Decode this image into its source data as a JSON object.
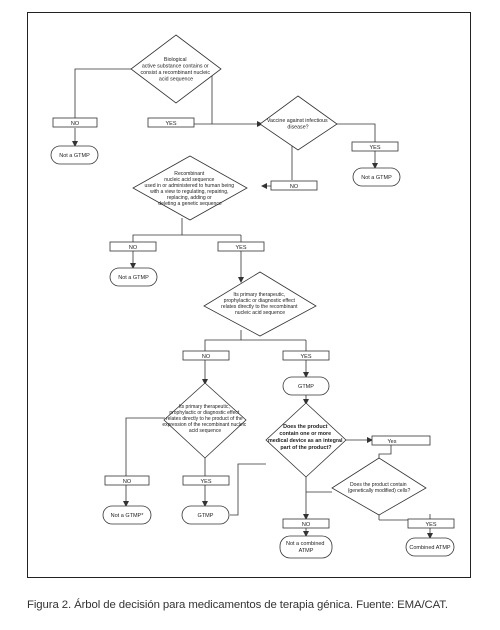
{
  "diagram": {
    "decisions": {
      "q1": [
        "Biological",
        "active substance contains or",
        "consist a recombinant nucleic",
        "acid sequence"
      ],
      "q2": [
        "Vaccine against infectious",
        "disease?"
      ],
      "q3": [
        "Recombinant",
        "nucleic acid sequence",
        "used in or administered to human being",
        "with a view to regulating, repairing,",
        "replacing, adding or",
        "deleting a genetic sequence"
      ],
      "q4": [
        "Its primary therapeutic,",
        "prophylactic or diagnostic effect",
        "relates directly to the recombinant",
        "nucleic acid sequence"
      ],
      "q5": [
        "Its primary therapeutic,",
        "prophylactic or diagnostic effect",
        "relates directly to he product of the",
        "expression of the recombinant nucleic",
        "acid sequence"
      ],
      "q6": [
        "Does the product",
        "contain one or more",
        "medical device as an integral",
        "part of the product?"
      ],
      "q7": [
        "Does the product contain",
        "(genetically modified) cells?"
      ]
    },
    "labels": {
      "no1": "NO",
      "yes1": "YES",
      "no2": "NO",
      "yes2": "YES",
      "no3": "NO",
      "yes3": "YES",
      "no4": "NO",
      "yes4": "YES",
      "no5": "NO",
      "yes5": "YES",
      "yes6": "Yes",
      "no7": "NO",
      "yes7": "YES"
    },
    "outcomes": {
      "o1": "Not a GTMP",
      "o2": "Not a GTMP",
      "o3": "Not a GTMP",
      "o4": "GTMP",
      "o5": "Not a GTMP*",
      "o6": "GTMP",
      "o7": [
        "Not a combined",
        "ATMP"
      ],
      "o8": "Combined ATMP"
    }
  },
  "caption": "Figura 2. Árbol de decisión para medicamentos de terapia génica. Fuente: EMA/CAT."
}
